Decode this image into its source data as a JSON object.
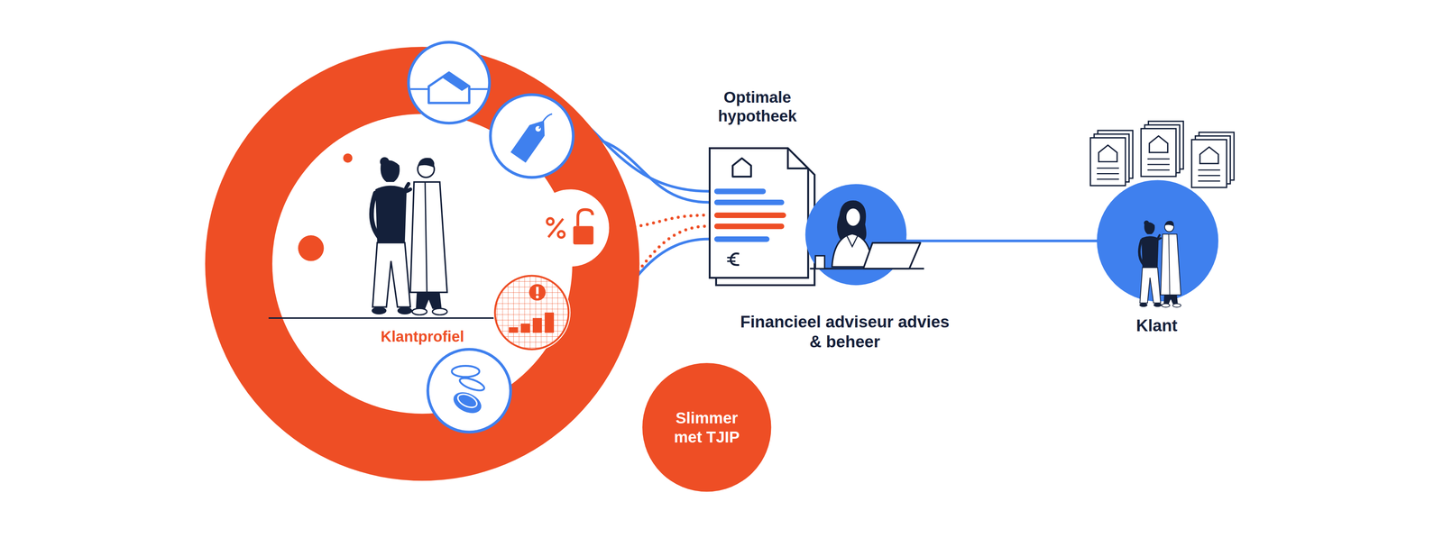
{
  "diagram": {
    "nodes": [
      {
        "text": [
          "Klantprofiel"
        ]
      },
      {
        "text": [
          "Optimale hypotheek"
        ]
      },
      {
        "text": [
          "Financieel adviseur advies & beheer"
        ]
      },
      {
        "text": [
          "Klant"
        ]
      },
      {
        "text": [
          "Slimmer met TJIP"
        ]
      }
    ],
    "edges": [
      {
        "from": 0,
        "to": 1,
        "arrow": "none"
      },
      {
        "from": 0,
        "to": 1,
        "arrow": "none"
      },
      {
        "from": 0,
        "to": 1,
        "arrow": "none"
      },
      {
        "from": 0,
        "to": 1,
        "arrow": "none"
      },
      {
        "from": 0,
        "to": 1,
        "arrow": "none"
      },
      {
        "from": 2,
        "to": 3,
        "arrow": "none"
      }
    ]
  }
}
